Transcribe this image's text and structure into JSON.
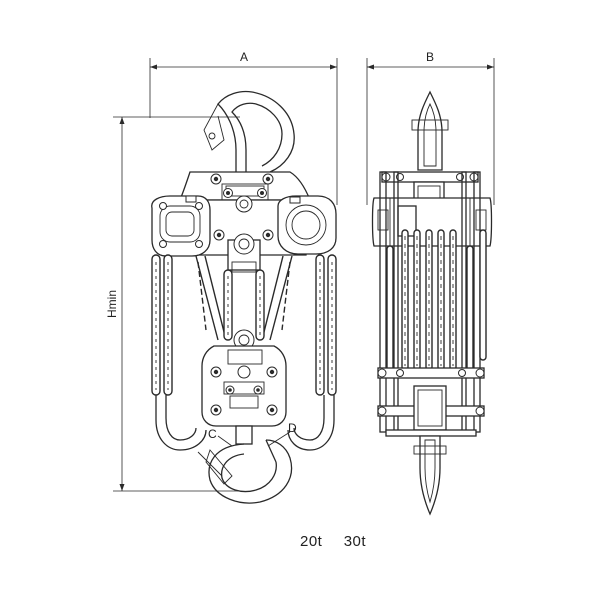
{
  "dimensions": {
    "a": "A",
    "b": "B",
    "hmin": "Hmin",
    "c": "C",
    "d": "D"
  },
  "capacity": {
    "first": "20t",
    "second": "30t"
  },
  "colors": {
    "line": "#2a2a2a",
    "background": "#ffffff"
  }
}
